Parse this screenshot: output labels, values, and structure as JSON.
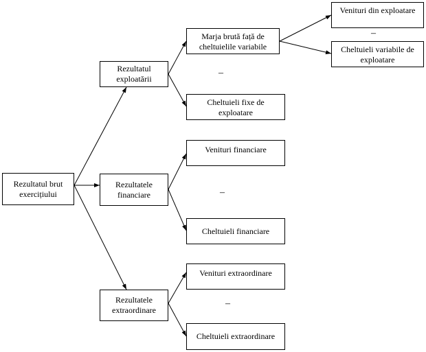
{
  "nodes": {
    "root": "Rezultatul brut exercițiului",
    "exploatare": "Rezultatul exploatării",
    "financiare": "Rezultatele financiare",
    "extraordinare": "Rezultatele extraordinare",
    "marja": "Marja brută față de cheltuielile variabile",
    "venituri_exploatare": "Venituri din exploatare",
    "cheltuieli_variabile": "Cheltuieli variabile de exploatare",
    "cheltuieli_fixe": "Cheltuieli fixe de exploatare",
    "venituri_financiare": "Venituri financiare",
    "cheltuieli_financiare": "Cheltuieli financiare",
    "venituri_extraordinare": "Venituri extraordinare",
    "cheltuieli_extraordinare": "Cheltuieli extraordinare"
  },
  "operators": {
    "minus": "–"
  }
}
